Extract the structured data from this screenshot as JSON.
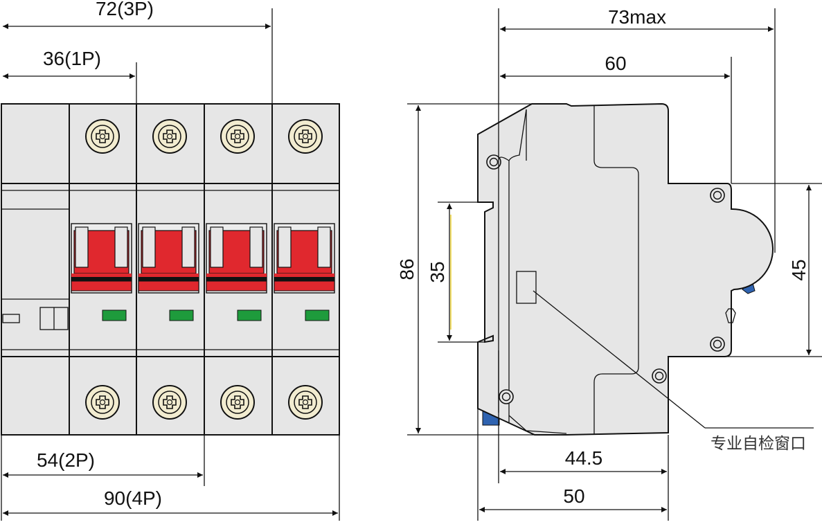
{
  "front_view": {
    "dims": {
      "w_3p": "72(3P)",
      "w_1p": "36(1P)",
      "w_2p": "54(2P)",
      "w_4p": "90(4P)"
    }
  },
  "side_view": {
    "dims": {
      "depth_max": "73max",
      "depth_60": "60",
      "height_86": "86",
      "rail_35": "35",
      "height_45": "45",
      "base_44_5": "44.5",
      "base_50": "50"
    },
    "callout": "专业自检窗口"
  },
  "colors": {
    "handle": "#e0282e",
    "indicator": "#1e9b3c",
    "clip": "#2f63b0",
    "terminal": "#f2ecd0",
    "body": "#e6e6e6"
  }
}
